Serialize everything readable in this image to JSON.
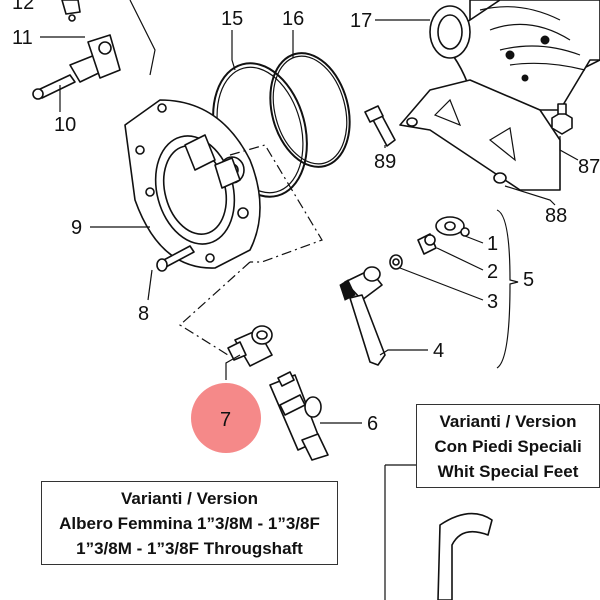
{
  "callouts": {
    "c1": "1",
    "c2": "2",
    "c3": "3",
    "c4": "4",
    "c5": "5",
    "c6": "6",
    "c7": "7",
    "c8": "8",
    "c9": "9",
    "c10": "10",
    "c11": "11",
    "c12": "12",
    "c15": "15",
    "c16": "16",
    "c17": "17",
    "c87": "87",
    "c88": "88",
    "c89": "89"
  },
  "variant_boxes": {
    "right": {
      "line1": "Varianti / Version",
      "line2": "Con Piedi Speciali",
      "line3": "Whit Special Feet"
    },
    "left": {
      "line1": "Varianti / Version",
      "line2": "Albero Femmina 1”3/8M - 1”3/8F",
      "line3": "1”3/8M - 1”3/8F Througshaft"
    }
  },
  "highlight": {
    "part": "7",
    "color": "#f47c7c"
  }
}
